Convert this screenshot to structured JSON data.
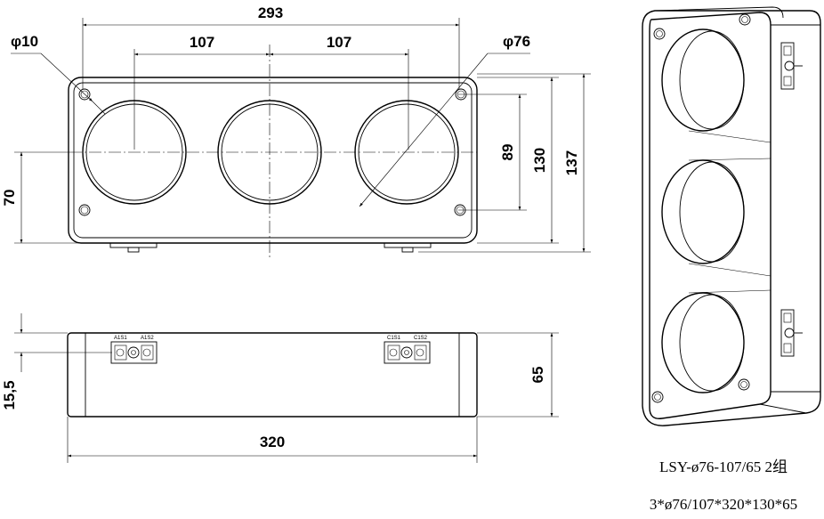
{
  "dimensions": {
    "overall_hole_span": "293",
    "pitch_left": "107",
    "pitch_right": "107",
    "small_hole_dia": "φ10",
    "large_hole_dia": "φ76",
    "mount_hole_span_v": "89",
    "height_inner": "130",
    "height_outer": "137",
    "center_height": "70",
    "terminal_offset": "15,5",
    "depth": "65",
    "length": "320"
  },
  "terminals": {
    "a_left": "A1S1",
    "a_right": "A1S2",
    "c_left": "C1S1",
    "c_right": "C1S2"
  },
  "caption": {
    "model": "LSY-ø76-107/65 2组",
    "spec": "3*ø76/107*320*130*65"
  }
}
